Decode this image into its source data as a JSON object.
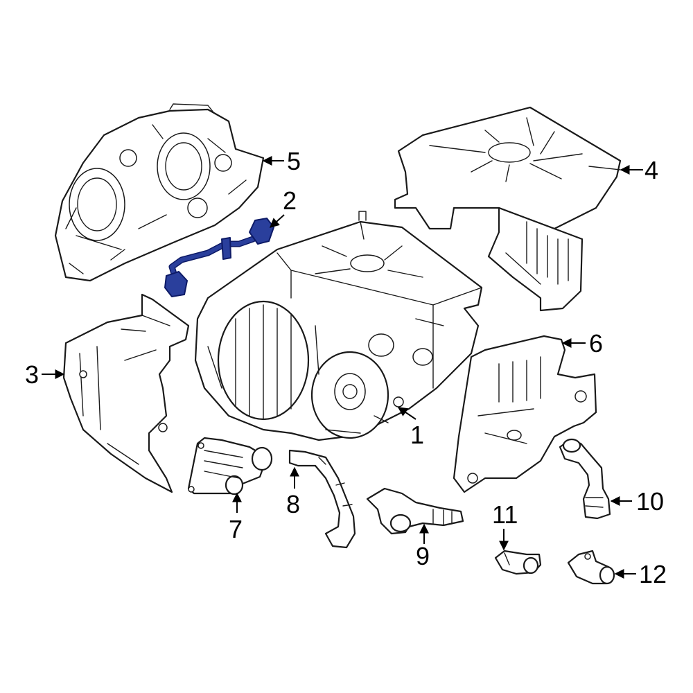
{
  "diagram": {
    "highlight_color": "#2a3f9c",
    "line_color": "#1a1a1a",
    "background": "#ffffff",
    "callouts": [
      {
        "id": "1",
        "label": "1"
      },
      {
        "id": "2",
        "label": "2"
      },
      {
        "id": "3",
        "label": "3"
      },
      {
        "id": "4",
        "label": "4"
      },
      {
        "id": "5",
        "label": "5"
      },
      {
        "id": "6",
        "label": "6"
      },
      {
        "id": "7",
        "label": "7"
      },
      {
        "id": "8",
        "label": "8"
      },
      {
        "id": "9",
        "label": "9"
      },
      {
        "id": "10",
        "label": "10"
      },
      {
        "id": "11",
        "label": "11"
      },
      {
        "id": "12",
        "label": "12"
      }
    ]
  }
}
